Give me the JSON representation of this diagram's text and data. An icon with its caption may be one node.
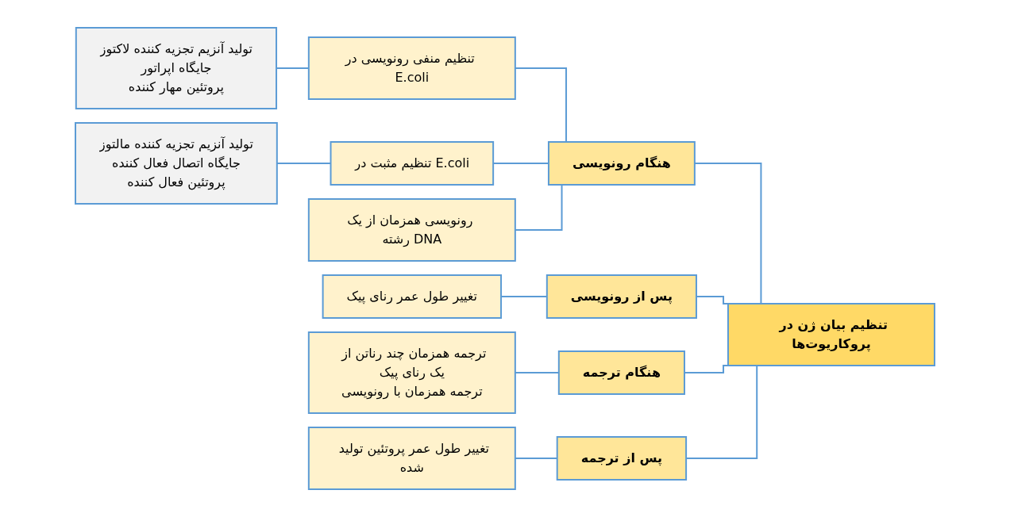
{
  "diagram": {
    "nodes": [
      {
        "text": [
          "تنظیم بیان ژن در پروکاریوت‌ها"
        ]
      },
      {
        "text": [
          "هنگام رونویسی"
        ]
      },
      {
        "text": [
          "تنظیم منفی رونویسی در E.coli"
        ]
      },
      {
        "text": [
          "تولید آنزیم تجزیه کننده لاکتوز",
          "جایگاه اپراتور",
          "پروتئین مهار کننده"
        ]
      },
      {
        "text": [
          "تنظیم مثبت در E.coli"
        ]
      },
      {
        "text": [
          "تولید آنزیم تجزیه کننده مالتوز",
          "جایگاه اتصال فعال کننده",
          "پروتئین فعال کننده"
        ]
      },
      {
        "text": [
          "رونویسی همزمان از یک رشته DNA"
        ]
      },
      {
        "text": [
          "پس از رونویسی"
        ]
      },
      {
        "text": [
          "تغییر طول عمر رنای پیک"
        ]
      },
      {
        "text": [
          "هنگام ترجمه"
        ]
      },
      {
        "text": [
          "ترجمه همزمان چند رناتن از یک رنای پیک",
          "ترجمه همزمان با رونویسی"
        ]
      },
      {
        "text": [
          "پس از ترجمه"
        ]
      },
      {
        "text": [
          "تغییر طول عمر پروتئین تولید شده"
        ]
      }
    ],
    "edges": [
      {
        "from": 0,
        "to": 1,
        "arrow": "none"
      },
      {
        "from": 1,
        "to": 2,
        "arrow": "none"
      },
      {
        "from": 2,
        "to": 3,
        "arrow": "none"
      },
      {
        "from": 1,
        "to": 4,
        "arrow": "none"
      },
      {
        "from": 4,
        "to": 5,
        "arrow": "none"
      },
      {
        "from": 1,
        "to": 6,
        "arrow": "none"
      },
      {
        "from": 0,
        "to": 7,
        "arrow": "none"
      },
      {
        "from": 7,
        "to": 8,
        "arrow": "none"
      },
      {
        "from": 0,
        "to": 9,
        "arrow": "none"
      },
      {
        "from": 9,
        "to": 10,
        "arrow": "none"
      },
      {
        "from": 0,
        "to": 11,
        "arrow": "none"
      },
      {
        "from": 11,
        "to": 12,
        "arrow": "none"
      }
    ]
  }
}
